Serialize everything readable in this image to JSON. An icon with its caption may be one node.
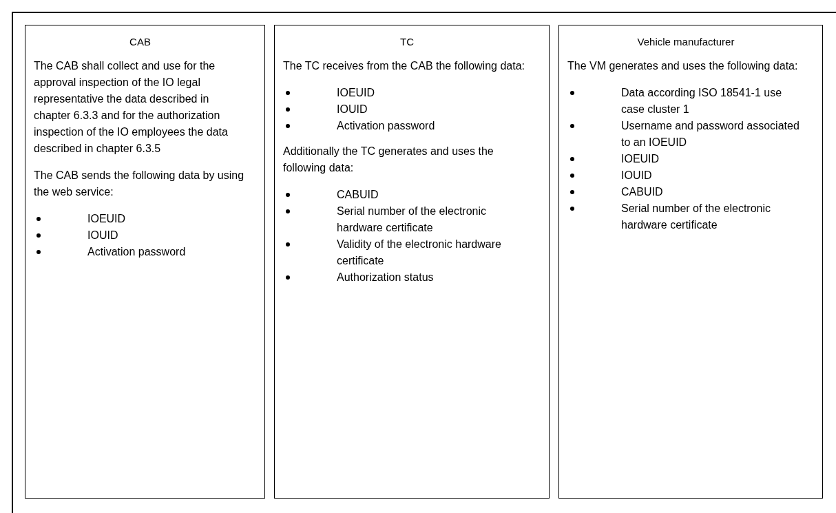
{
  "diagram": {
    "nodes": [
      {
        "text": [],
        "shape": "box"
      },
      {
        "text": [
          "CAB",
          "The CAB shall collect and use for the approval inspection of the IO legal representative the data described in chapter 6.3.3 and for the authorization inspection of the IO employees the data described in chapter 6.3.5",
          "The CAB sends the following data by using the web service:",
          "IOEUID",
          "IOUID",
          "Activation password"
        ],
        "in": 0
      },
      {
        "text": [
          "TC",
          "The TC receives from the CAB the following data:",
          "IOEUID",
          "IOUID",
          "Activation password",
          "Additionally the TC generates and uses the following data:",
          "CABUID",
          "Serial number of the electronic hardware certificate",
          "Validity of the electronic hardware certificate",
          "Authorization status"
        ],
        "in": 0
      },
      {
        "text": [
          "Vehicle manufacturer",
          "The VM generates and uses the following data:",
          "Data according ISO 18541-1 use case cluster 1",
          "Username and password associated to an IOEUID",
          "IOEUID",
          "IOUID",
          "CABUID",
          "Serial number of the electronic hardware certificate"
        ],
        "in": 0
      }
    ]
  }
}
